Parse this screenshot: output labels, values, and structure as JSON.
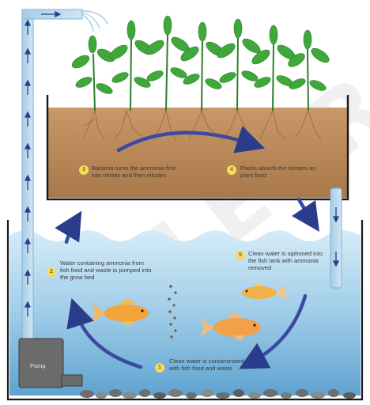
{
  "diagram": {
    "steps": [
      {
        "number": "1",
        "text": "Clean water is contaminated with fish food and waste"
      },
      {
        "number": "2",
        "text": "Water containing ammonia from fish food and waste is pumped into the grow bed"
      },
      {
        "number": "3",
        "text": "Bacteria turns the ammonia first into nitrites and then nitrates"
      },
      {
        "number": "4",
        "text": "Plants absorb the nitrates as plant food"
      },
      {
        "number": "5",
        "text": "Clean water is siphoned into the fish tank with ammonia removed"
      }
    ],
    "pump_label": "Pump",
    "watermark": "ATLEURO"
  },
  "colors": {
    "water": "#bfe0f1",
    "soil": "#b98a5c",
    "plant": "#3fa83a",
    "arrow": "#3b4aa0",
    "fish": "#f2a33a",
    "badge": "#f4dc5c"
  }
}
